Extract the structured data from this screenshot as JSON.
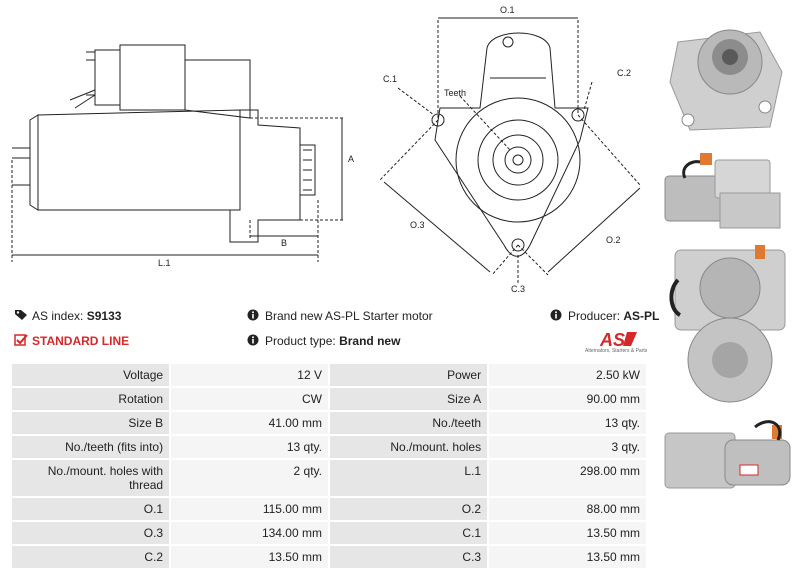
{
  "drawing": {
    "labels": {
      "o1": "O.1",
      "o2": "O.2",
      "o3": "O.3",
      "c1": "C.1",
      "c2": "C.2",
      "c3": "C.3",
      "teeth": "Teeth",
      "a": "A",
      "b": "B",
      "l1": "L.1"
    }
  },
  "info": {
    "as_index_label": "AS index:",
    "as_index_value": "S9133",
    "standard_line": "STANDARD LINE",
    "brand_new_text": "Brand new AS-PL Starter motor",
    "product_type_label": "Product type:",
    "product_type_value": "Brand new",
    "producer_label": "Producer:",
    "producer_value": "AS-PL"
  },
  "logo": {
    "text": "AS",
    "tagline": "Alternators, Starters & Parts"
  },
  "specs": [
    [
      "Voltage",
      "12 V",
      "Power",
      "2.50 kW"
    ],
    [
      "Rotation",
      "CW",
      "Size A",
      "90.00 mm"
    ],
    [
      "Size B",
      "41.00 mm",
      "No./teeth",
      "13 qty."
    ],
    [
      "No./teeth (fits into)",
      "13 qty.",
      "No./mount. holes",
      "3 qty."
    ],
    [
      "No./mount. holes with thread",
      "2 qty.",
      "L.1",
      "298.00 mm"
    ],
    [
      "O.1",
      "115.00 mm",
      "O.2",
      "88.00 mm"
    ],
    [
      "O.3",
      "134.00 mm",
      "C.1",
      "13.50 mm"
    ],
    [
      "C.2",
      "13.50 mm",
      "C.3",
      "13.50 mm"
    ]
  ],
  "colors": {
    "accent_red": "#d62828",
    "label_bg": "#e6e6e6",
    "value_bg": "#f5f5f5"
  }
}
